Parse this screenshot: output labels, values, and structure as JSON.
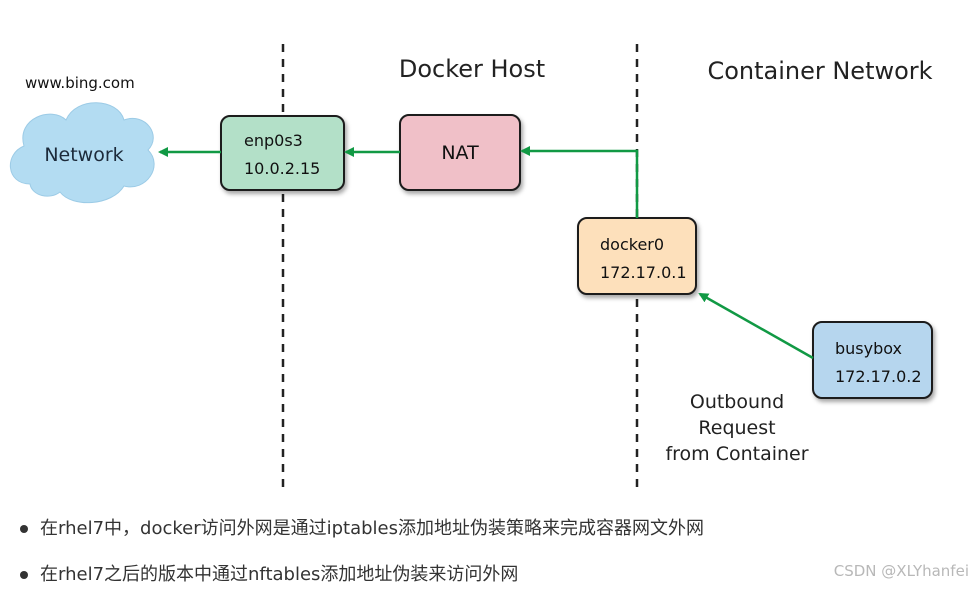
{
  "diagram": {
    "labels": {
      "site": "www.bing.com",
      "docker_host": "Docker Host",
      "container_network": "Container Network",
      "outbound_line1": "Outbound",
      "outbound_line2": "Request",
      "outbound_line3": "from Container"
    },
    "network_cloud": {
      "label": "Network",
      "color": "#b3dcf2"
    },
    "enp0s3": {
      "name": "enp0s3",
      "ip": "10.0.2.15",
      "color": "#b3e0c8"
    },
    "nat": {
      "label": "NAT",
      "color": "#f0c0c8"
    },
    "docker0": {
      "name": "docker0",
      "ip": "172.17.0.1",
      "color": "#fde0bb"
    },
    "busybox": {
      "name": "busybox",
      "ip": "172.17.0.2",
      "color": "#b6d6ee"
    },
    "arrow_color": "#119944"
  },
  "bullets": [
    "在rhel7中，docker访问外网是通过iptables添加地址伪装策略来完成容器网文外网",
    "在rhel7之后的版本中通过nftables添加地址伪装来访问外网"
  ],
  "watermark": "CSDN @XLYhanfei"
}
